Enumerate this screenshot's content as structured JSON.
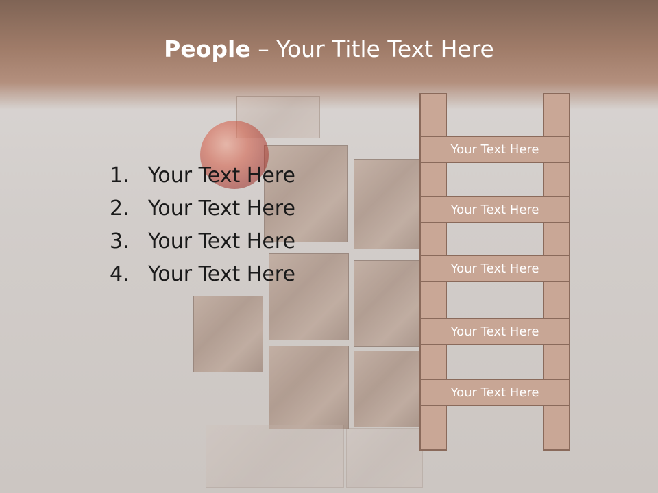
{
  "slide": {
    "title_bold": "People",
    "title_rest": " – Your Title Text Here",
    "list": [
      {
        "number": "1.",
        "text": "Your Text Here"
      },
      {
        "number": "2.",
        "text": "Your Text Here"
      },
      {
        "number": "3.",
        "text": "Your Text Here"
      },
      {
        "number": "4.",
        "text": "Your Text Here"
      }
    ],
    "ladder_rungs": [
      "Your Text Here",
      "Your Text Here",
      "Your Text Here",
      "Your Text Here",
      "Your Text Here"
    ]
  },
  "colors": {
    "title_band": "#a07c69",
    "rung_fill": "#c8a695",
    "rung_border": "#8a6a5b",
    "text_light": "#ffffff",
    "text_dark": "#1a1a1a"
  }
}
